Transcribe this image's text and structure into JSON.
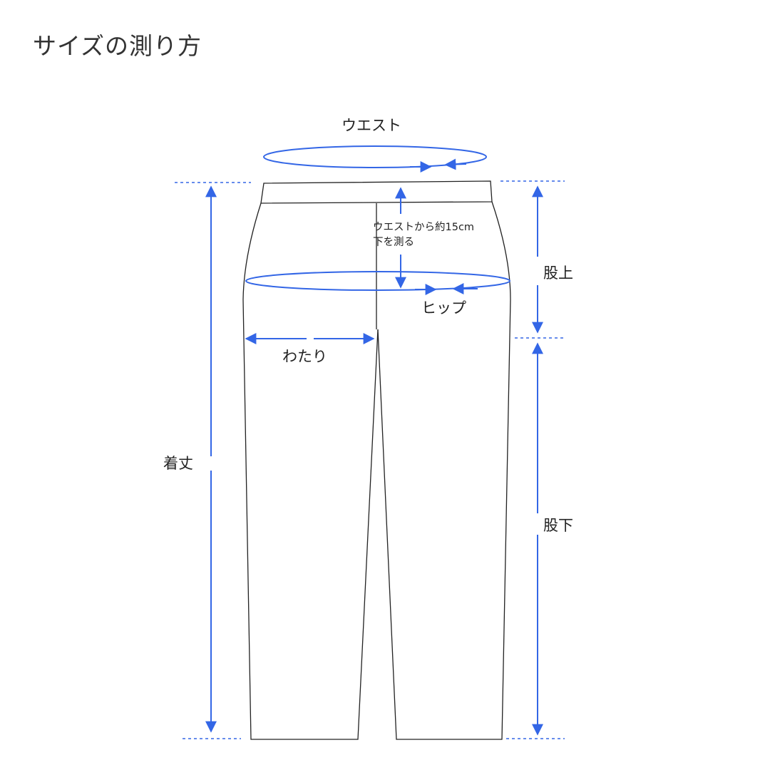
{
  "title": "サイズの測り方",
  "labels": {
    "waist": "ウエスト",
    "hip_note_line1": "ウエストから約15cm",
    "hip_note_line2": "下を測る",
    "hip": "ヒップ",
    "thigh": "わたり",
    "rise": "股上",
    "inseam": "股下",
    "total_length": "着丈"
  },
  "colors": {
    "accent": "#3366e6",
    "outline": "#222222",
    "text": "#333333"
  }
}
